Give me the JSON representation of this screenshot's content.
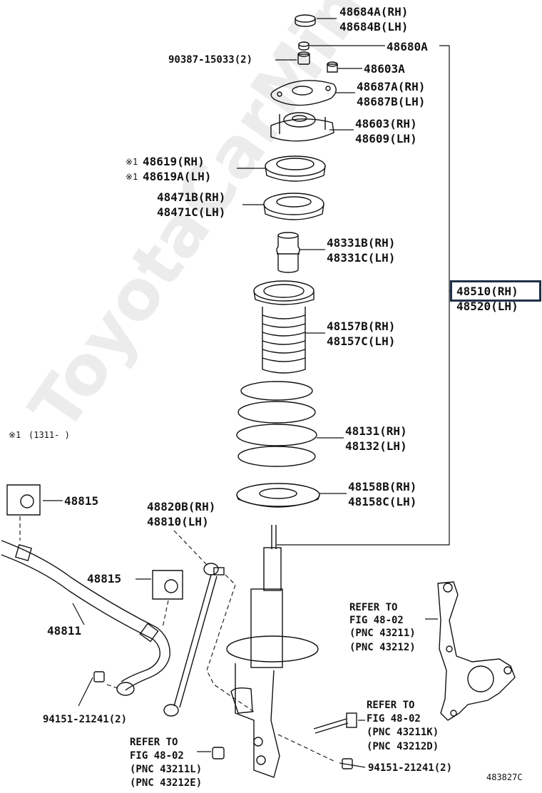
{
  "diagram_id": "483827C",
  "watermark": "ToyotaCarMine.ru",
  "parts": {
    "cap_rh": "48684A(RH)",
    "cap_lh": "48684B(LH)",
    "nut_48680a": "48680A",
    "nut_90387": "90387-15033(2)",
    "nut_48603a": "48603A",
    "plate_rh": "48687A(RH)",
    "plate_lh": "48687B(LH)",
    "support_rh": "48603(RH)",
    "support_lh": "48609(LH)",
    "bearing_mark_1": "※1",
    "bearing_mark_2": "※1",
    "bearing_rh": "48619(RH)",
    "bearing_lh": "48619A(LH)",
    "upper_seat_rh": "48471B(RH)",
    "upper_seat_lh": "48471C(LH)",
    "bumper_rh": "48331B(RH)",
    "bumper_lh": "48331C(LH)",
    "strut_rh": "48510(RH)",
    "strut_lh": "48520(LH)",
    "boot_rh": "48157B(RH)",
    "boot_lh": "48157C(LH)",
    "note_mark": "※1",
    "note_date": "(1311-     )",
    "spring_rh": "48131(RH)",
    "spring_lh": "48132(LH)",
    "lower_ins_rh": "48158B(RH)",
    "lower_ins_lh": "48158C(LH)",
    "bushing_top": "48815",
    "link_rh": "48820B(RH)",
    "link_lh": "48810(LH)",
    "bushing_mid": "48815",
    "stabilizer_bar": "48811",
    "nut_94151_left": "94151-21241(2)",
    "nut_94151_right": "94151-21241(2)"
  },
  "refs": {
    "knuckle": [
      "REFER TO",
      "FIG 48-02",
      "(PNC 43211)",
      "(PNC 43212)"
    ],
    "bolt": [
      "REFER TO",
      "FIG 48-02",
      "(PNC 43211K)",
      "(PNC 43212D)"
    ],
    "nut": [
      "REFER TO",
      "FIG 48-02",
      "(PNC 43211L)",
      "(PNC 43212E)"
    ]
  }
}
